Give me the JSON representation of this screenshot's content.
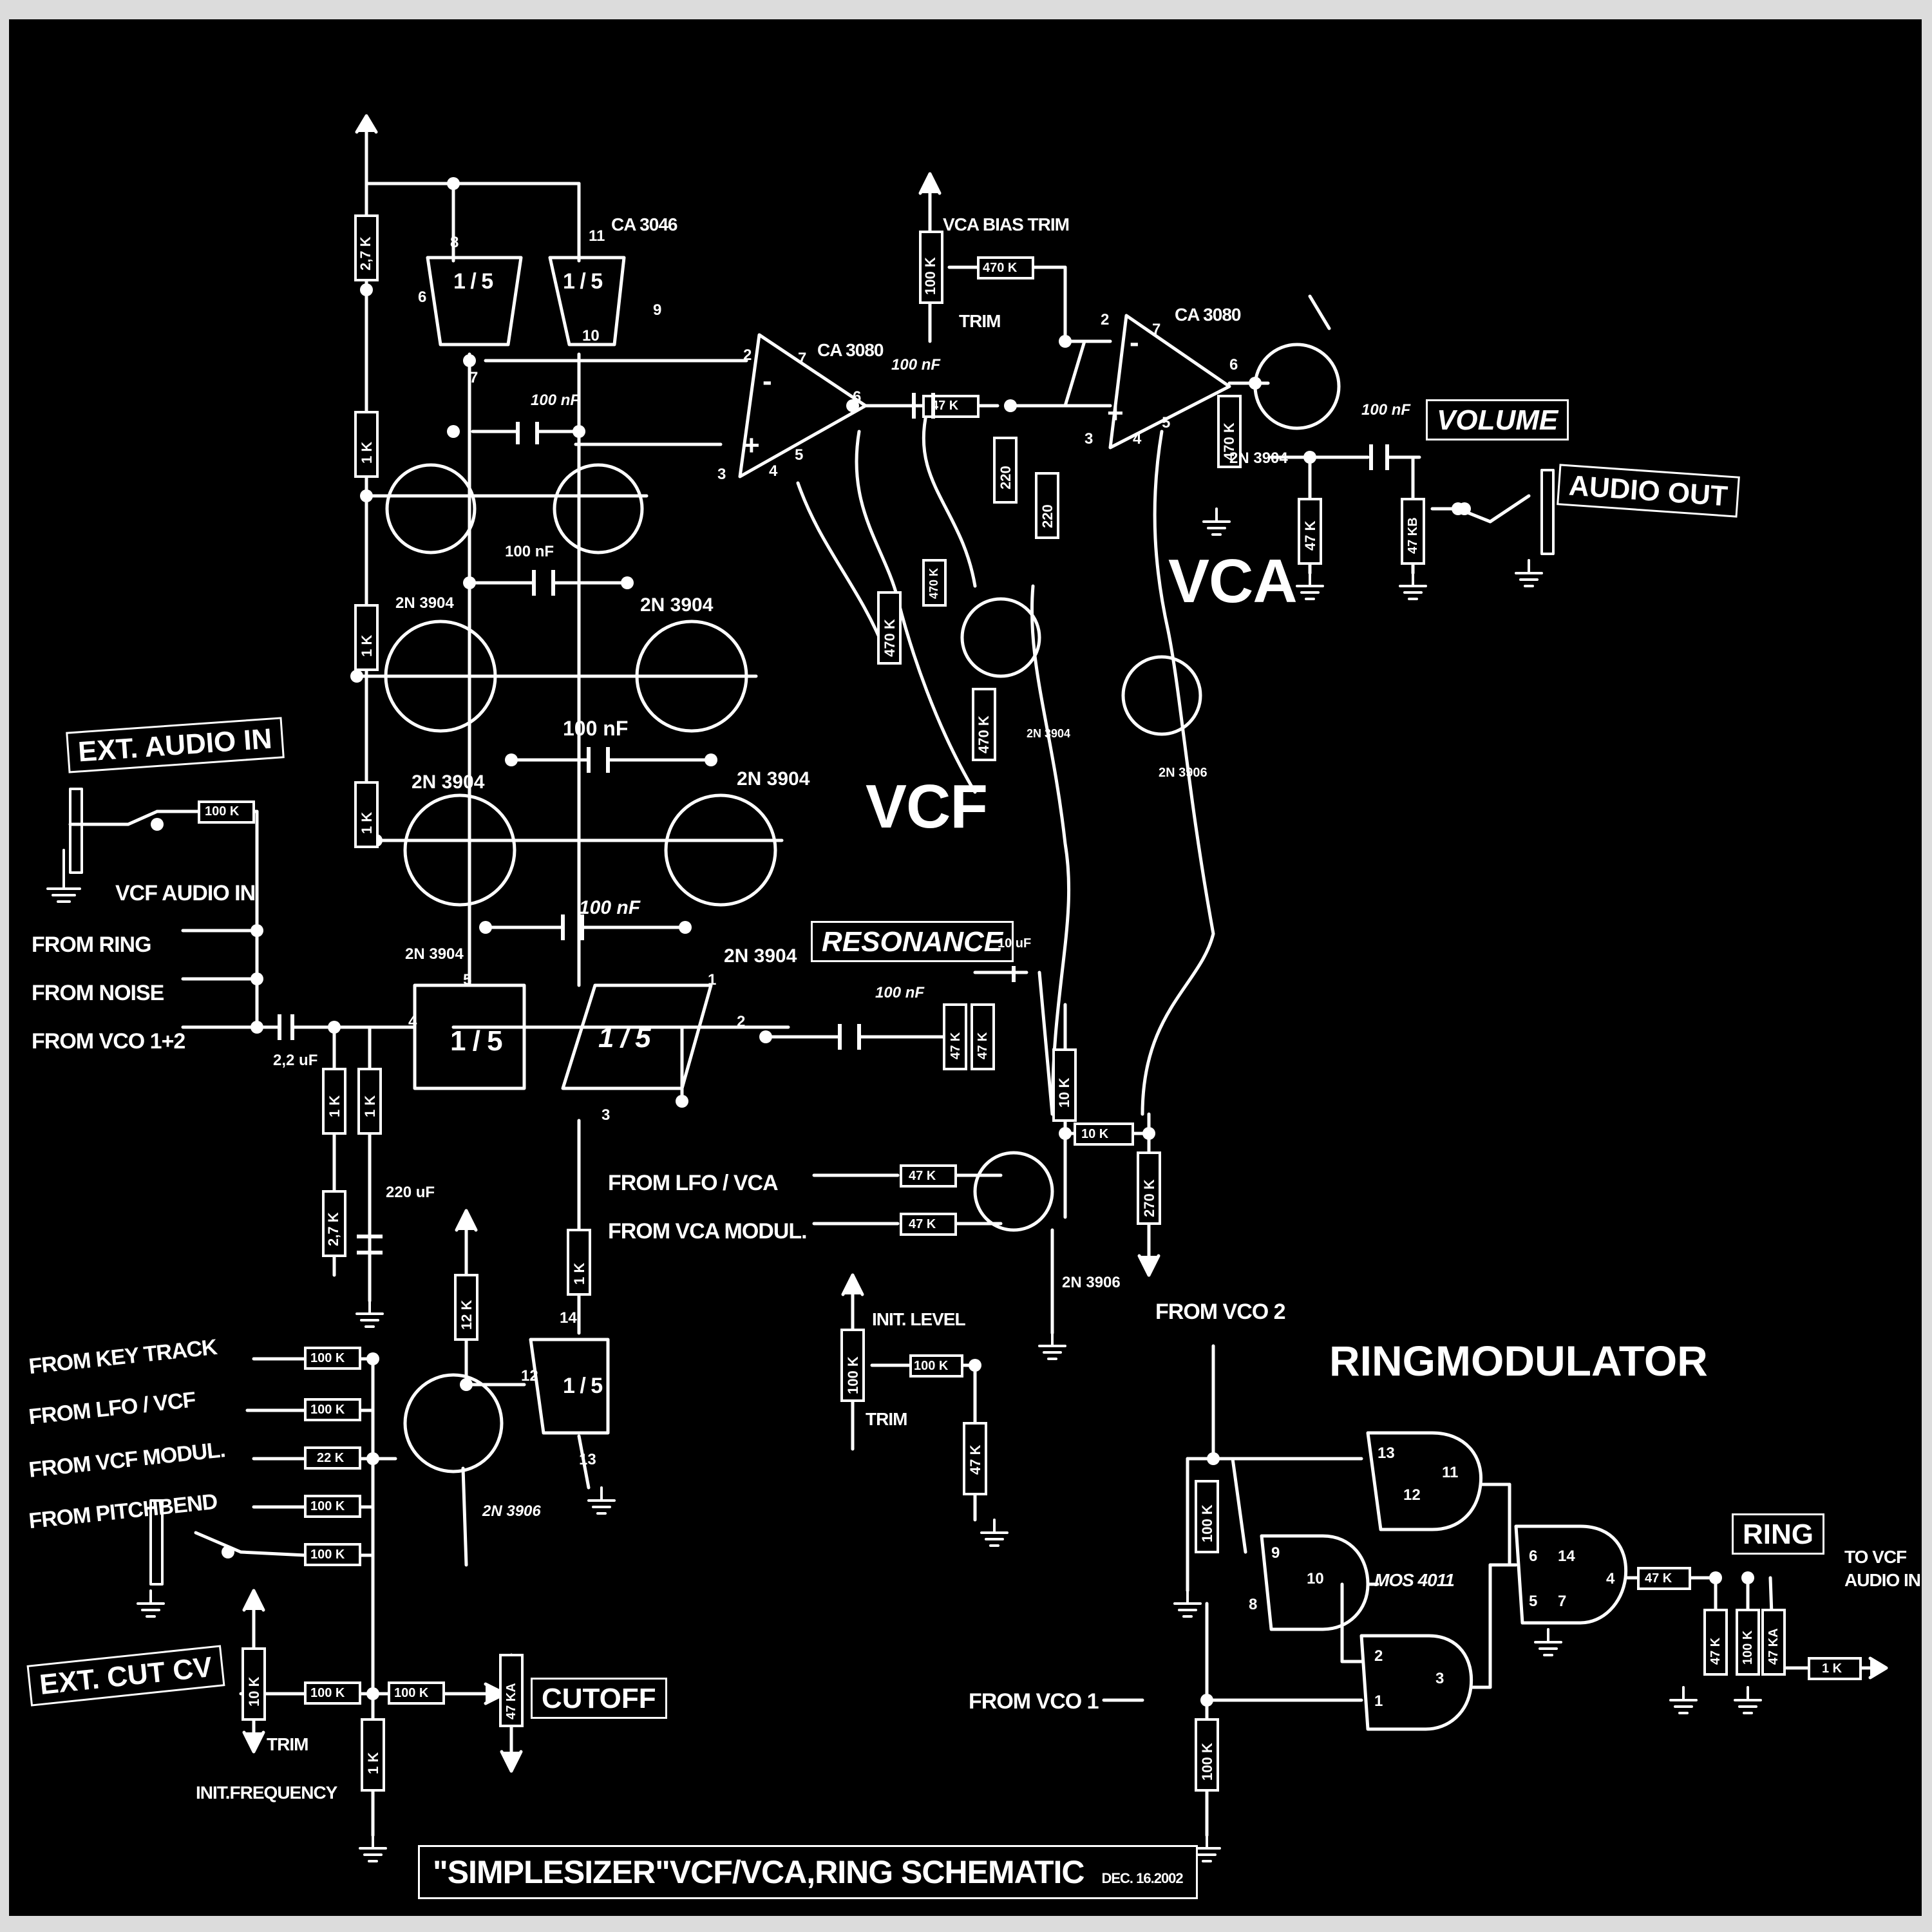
{
  "title": {
    "main": "\"SIMPLESIZER\"VCF/VCA,RING SCHEMATIC",
    "date": "DEC. 16.2002"
  },
  "sections": {
    "vcf": "VCF",
    "vca": "VCA",
    "ring": "RINGMODULATOR"
  },
  "panels": {
    "ext_audio_in": "EXT. AUDIO IN",
    "resonance": "RESONANCE",
    "volume": "VOLUME",
    "audio_out": "AUDIO OUT",
    "ext_cut_cv": "EXT. CUT CV",
    "cutoff": "CUTOFF",
    "ring": "RING"
  },
  "inputs": {
    "vcf_audio_in": "VCF AUDIO IN",
    "from_ring": "FROM RING",
    "from_noise": "FROM NOISE",
    "from_vco12": "FROM VCO 1+2",
    "from_lfo_vca": "FROM LFO / VCA",
    "from_vca_modul": "FROM VCA MODUL.",
    "from_key_track": "FROM KEY TRACK",
    "from_lfo_vcf": "FROM LFO / VCF",
    "from_vcf_modul": "FROM VCF MODUL.",
    "from_pitchbend": "FROM PITCHBEND",
    "from_vco2": "FROM VCO 2",
    "from_vco1": "FROM VCO 1",
    "to_vcf_audio_in": "TO VCF\nAUDIO IN"
  },
  "notes": {
    "vca_bias_trim": "VCA BIAS TRIM",
    "trim": "TRIM",
    "init_level": "INIT. LEVEL",
    "init_frequency": "INIT.FREQUENCY"
  },
  "ics": {
    "ca3046": "CA 3046",
    "ca3080": "CA 3080",
    "mos4011": "MOS 4011",
    "array_unit": "1 / 5"
  },
  "pins": {
    "p8": "8",
    "p11": "11",
    "p6": "6",
    "p9": "9",
    "p7": "7",
    "p10": "10",
    "p2": "2",
    "p3": "3",
    "p4": "4",
    "p5": "5",
    "p1": "1",
    "p12": "12",
    "p13": "13",
    "p14": "14"
  },
  "components": {
    "r27k": "2,7 K",
    "r1k": "1 K",
    "r100k": "100 K",
    "r470k": "470 K",
    "r47k": "47 K",
    "r220": "220",
    "r10k": "10 K",
    "r270k": "270 K",
    "r12k": "12 K",
    "r22k": "22 K",
    "r47kb": "47 KB",
    "r47ka": "47 KA",
    "c100nf": "100 nF",
    "c22uf": "2,2 uF",
    "c220uf": "220 uF",
    "c10uf": "10 uF",
    "q3904": "2N 3904",
    "q3906": "2N 3906"
  },
  "colors": {
    "background": "#000000",
    "ink": "#ffffff",
    "border": "#dcdcdc"
  }
}
